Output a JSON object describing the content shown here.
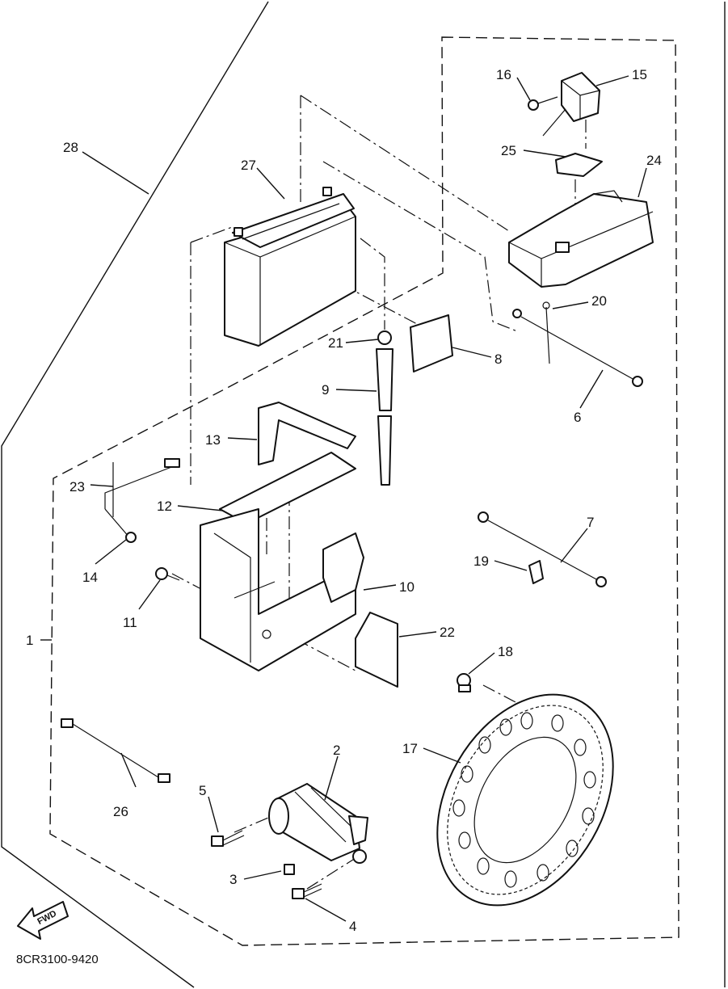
{
  "drawing_code": "8CR3100-9420",
  "fwd_label": "FWD",
  "callouts": [
    "1",
    "2",
    "3",
    "4",
    "5",
    "6",
    "7",
    "8",
    "9",
    "10",
    "11",
    "12",
    "13",
    "14",
    "15",
    "16",
    "17",
    "18",
    "19",
    "20",
    "21",
    "22",
    "23",
    "24",
    "25",
    "26",
    "27",
    "28"
  ]
}
